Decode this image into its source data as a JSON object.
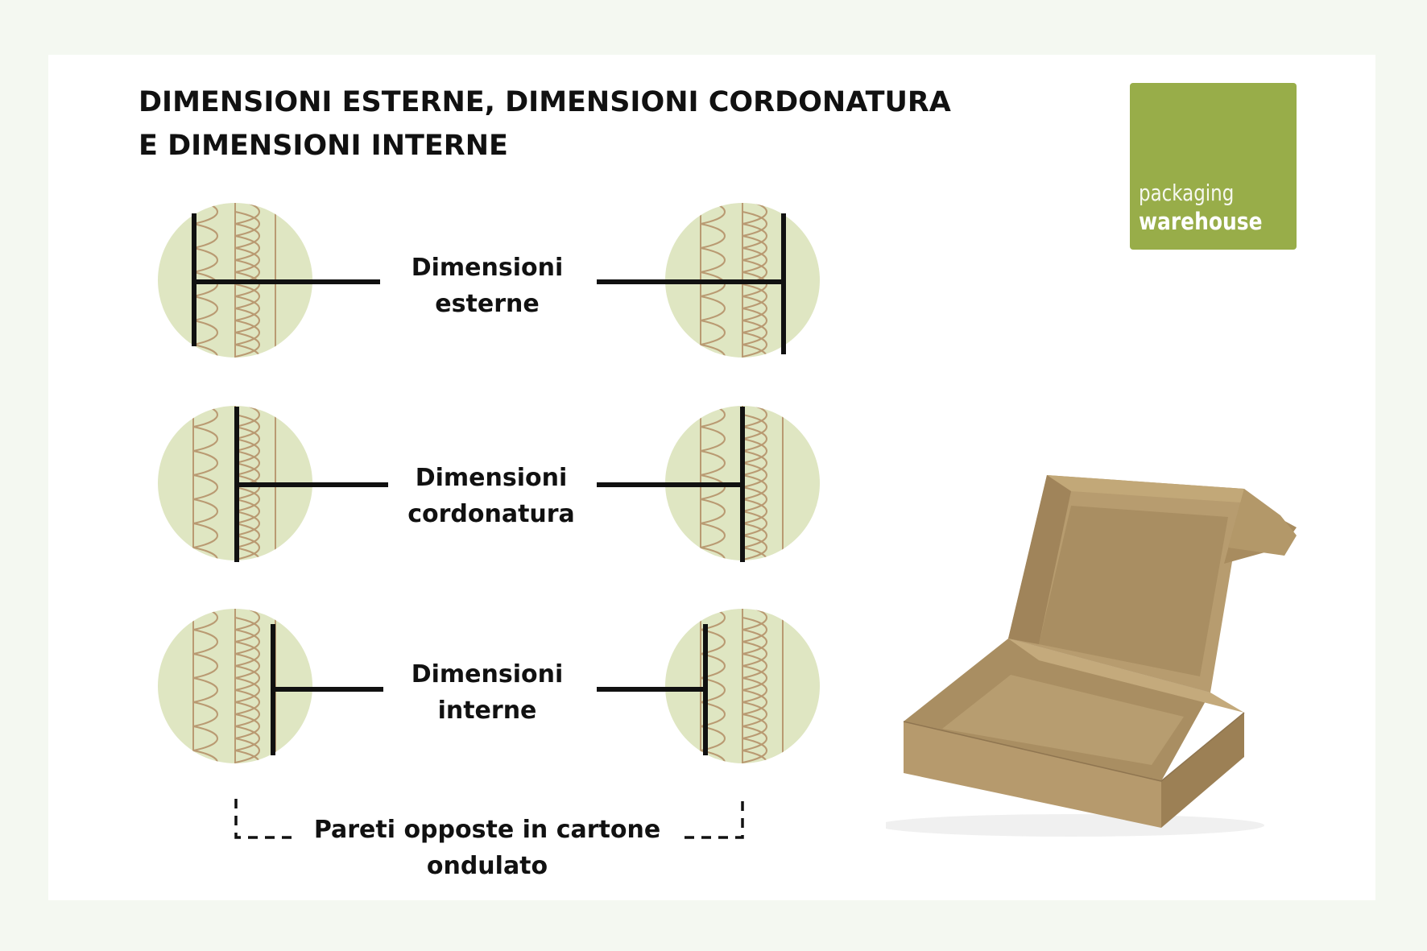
{
  "title": {
    "line1": "DIMENSIONI ESTERNE, DIMENSIONI CORDONATURA",
    "line2": "E DIMENSIONI INTERNE"
  },
  "logo": {
    "line1": "packaging",
    "line2": "warehouse"
  },
  "labels": {
    "external": {
      "line1": "Dimensioni",
      "line2": "esterne"
    },
    "crease": {
      "line1": "Dimensioni",
      "line2": "cordonatura"
    },
    "internal": {
      "line1": "Dimensioni",
      "line2": "interne"
    },
    "walls": {
      "line1": "Pareti opposte in cartone",
      "line2": "ondulato"
    }
  },
  "colors": {
    "circle_fill": "#dfe6c2",
    "flute_stroke": "#b99a72",
    "logo_bg": "#98ad49",
    "box_kraft": "#b69a6d"
  }
}
